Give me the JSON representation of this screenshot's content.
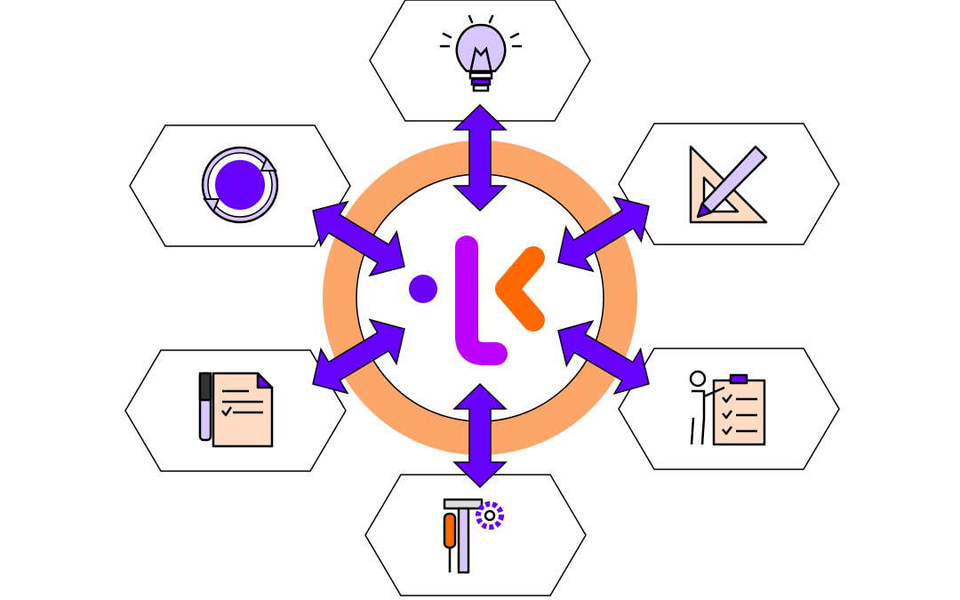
{
  "colors": {
    "ring": "#FDA66A",
    "arrow": "#6600FF",
    "logo_dot": "#6A00F4",
    "logo_l": "#BB00FF",
    "logo_chevron": "#FF6A00",
    "icon_fill_light": "#FFDCC4",
    "icon_lavender": "#D9C8FF"
  },
  "nodes": [
    {
      "id": "idea",
      "icon": "lightbulb-icon"
    },
    {
      "id": "design",
      "icon": "ruler-pencil-icon"
    },
    {
      "id": "presentation",
      "icon": "presenter-checklist-icon"
    },
    {
      "id": "tools",
      "icon": "tools-gear-icon"
    },
    {
      "id": "documentation",
      "icon": "document-pen-icon"
    },
    {
      "id": "iteration",
      "icon": "cycle-icon"
    }
  ]
}
